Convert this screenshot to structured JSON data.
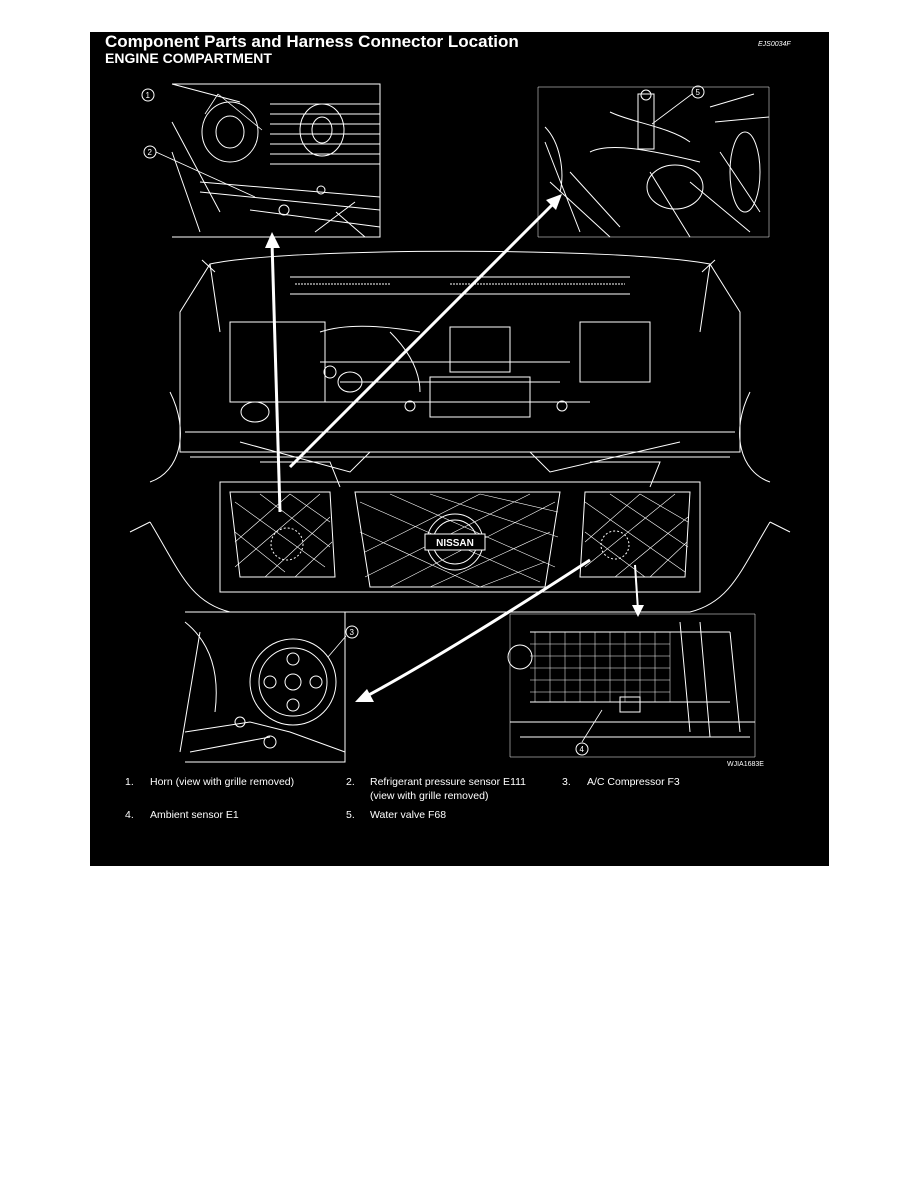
{
  "header": {
    "title": "Component Parts and Harness Connector Location",
    "subtitle": "ENGINE COMPARTMENT",
    "doc_id": "EJS0034F"
  },
  "figure": {
    "figure_id": "WJIA1683E",
    "grille_badge": "NISSAN",
    "callouts": [
      "1",
      "2",
      "3",
      "4",
      "5"
    ]
  },
  "legend": [
    {
      "num": "1.",
      "text": "Horn (view with grille removed)"
    },
    {
      "num": "2.",
      "text": "Refrigerant pressure sensor E111",
      "text2": "(view with grille removed)"
    },
    {
      "num": "3.",
      "text": "A/C Compressor F3"
    },
    {
      "num": "4.",
      "text": "Ambient sensor E1"
    },
    {
      "num": "5.",
      "text": "Water valve F68"
    }
  ]
}
